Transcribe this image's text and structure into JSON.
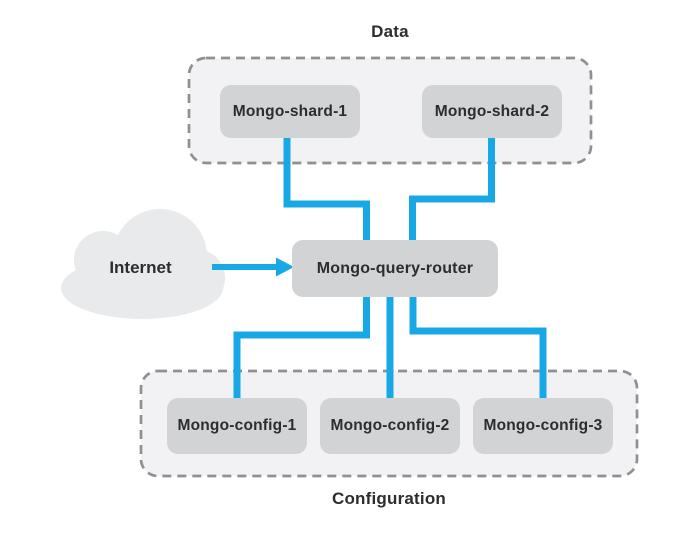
{
  "diagram_title": "",
  "colors": {
    "accent": "#18a8e5",
    "node_fill": "#d2d3d4",
    "panel_fill": "#f2f2f4",
    "panel_border": "#8e9193",
    "cloud_fill": "#e8eaeb",
    "text": "#2b2d2e",
    "background": "#ffffff"
  },
  "groups": {
    "data": {
      "label": "Data",
      "members": [
        "shard1",
        "shard2"
      ]
    },
    "configuration": {
      "label": "Configuration",
      "members": [
        "config1",
        "config2",
        "config3"
      ]
    }
  },
  "nodes": {
    "internet": {
      "label": "Internet",
      "shape": "cloud"
    },
    "shard1": {
      "label": "Mongo-shard-1",
      "shape": "rounded-box"
    },
    "shard2": {
      "label": "Mongo-shard-2",
      "shape": "rounded-box"
    },
    "router": {
      "label": "Mongo-query-router",
      "shape": "rounded-box"
    },
    "config1": {
      "label": "Mongo-config-1",
      "shape": "rounded-box"
    },
    "config2": {
      "label": "Mongo-config-2",
      "shape": "rounded-box"
    },
    "config3": {
      "label": "Mongo-config-3",
      "shape": "rounded-box"
    }
  },
  "connections": [
    {
      "from": "internet",
      "to": "router",
      "arrow": true
    },
    {
      "from": "shard1",
      "to": "router",
      "arrow": false
    },
    {
      "from": "shard2",
      "to": "router",
      "arrow": false
    },
    {
      "from": "router",
      "to": "config1",
      "arrow": false
    },
    {
      "from": "router",
      "to": "config2",
      "arrow": false
    },
    {
      "from": "router",
      "to": "config3",
      "arrow": false
    }
  ]
}
